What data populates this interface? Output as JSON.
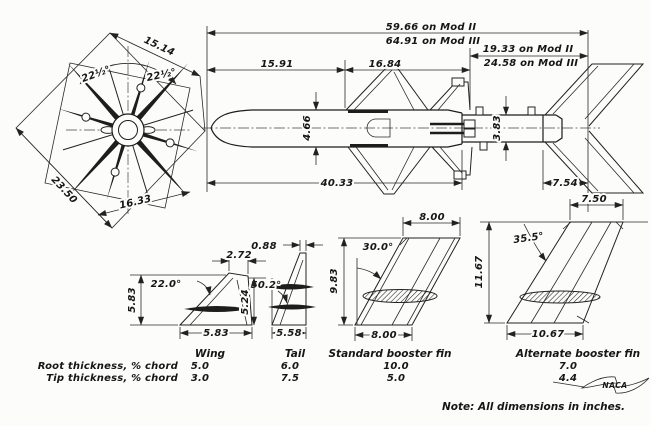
{
  "front_view": {
    "span_upper": "15.14",
    "angle_left": "22½°",
    "angle_right": "22½°",
    "span_diagonal": "23.50",
    "span_lower": "16.33"
  },
  "side_view": {
    "overall_mod2": "59.66 on Mod II",
    "overall_mod3": "64.91 on Mod III",
    "booster_mod2": "19.33 on Mod II",
    "booster_mod3": "24.58 on Mod III",
    "nose_to_wing": "15.91",
    "wing_bay": "16.84",
    "body_diameter": "4.66",
    "missile_length": "40.33",
    "booster_diameter": "3.83",
    "booster_fin_chord": "7.54"
  },
  "wing": {
    "label": "Wing",
    "tip_chord": "2.72",
    "sweep": "22.0°",
    "span": "5.83",
    "root_chord": "5.83"
  },
  "tail": {
    "label": "Tail",
    "tip_chord": "0.88",
    "sweep": "50.2°",
    "span": "5.24",
    "root_chord": "5.58"
  },
  "standard_fin": {
    "label": "Standard booster fin",
    "tip_chord": "8.00",
    "sweep": "30.0°",
    "span": "9.83",
    "root_chord": "8.00"
  },
  "alternate_fin": {
    "label": "Alternate booster fin",
    "tip_chord": "7.50",
    "sweep": "35.5°",
    "span": "11.67",
    "root_chord": "10.67"
  },
  "table": {
    "root_label": "Root thickness, % chord",
    "tip_label": "Tip thickness, % chord",
    "root": {
      "wing": "5.0",
      "tail": "6.0",
      "standard": "10.0",
      "alternate": "7.0"
    },
    "tip": {
      "wing": "3.0",
      "tail": "7.5",
      "standard": "5.0",
      "alternate": "4.4"
    }
  },
  "note": "Note:  All dimensions in inches.",
  "logo": "NACA"
}
